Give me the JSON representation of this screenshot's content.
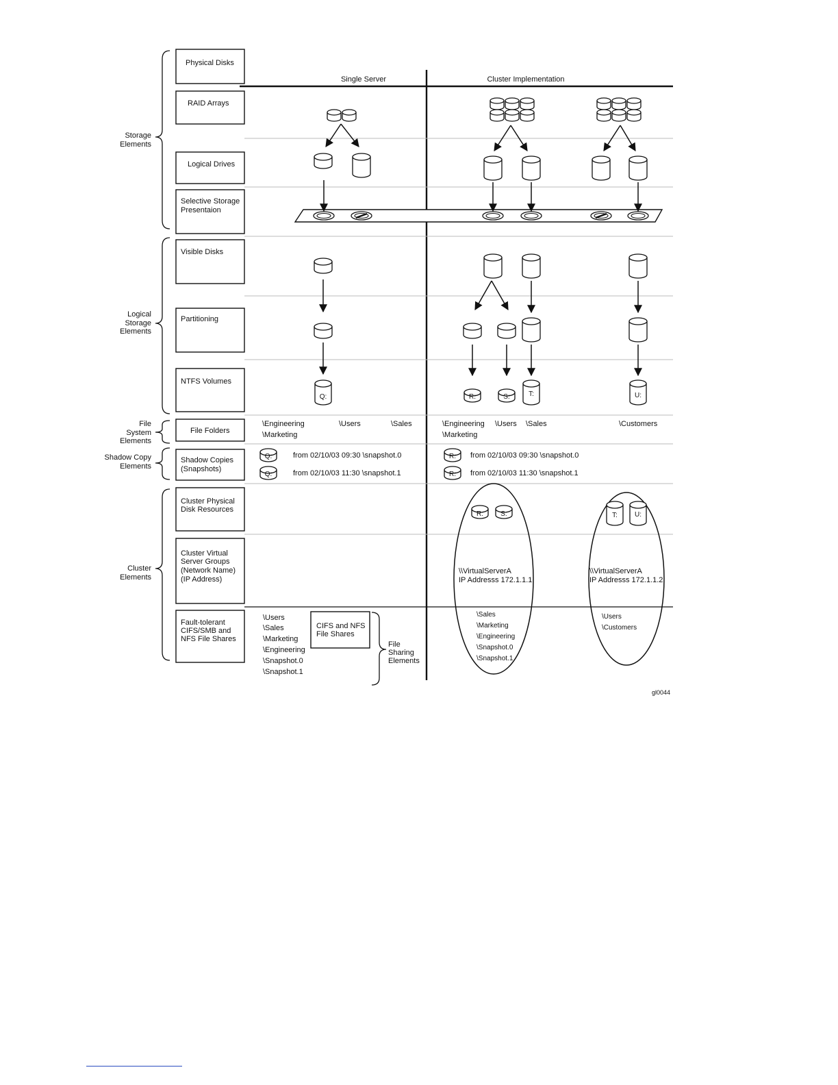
{
  "layer_labels": {
    "physical_disks": [
      "Physical Disks"
    ],
    "raid_arrays": [
      "RAID Arrays"
    ],
    "logical_drives": [
      "Logical Drives"
    ],
    "selective_storage": [
      "Selective Storage",
      "Presentaion"
    ],
    "visible_disks": [
      "Visible Disks"
    ],
    "partitioning": [
      "Partitioning"
    ],
    "ntfs_volumes": [
      "NTFS Volumes"
    ],
    "file_folders": [
      "File Folders"
    ],
    "shadow_copies": [
      "Shadow Copies",
      "(Snapshots)"
    ],
    "cluster_physical": [
      "Cluster Physical",
      "Disk Resources"
    ],
    "cluster_virtual": [
      "Cluster Virtual",
      "Server Groups",
      "(Network Name)",
      "(IP Address)"
    ],
    "fault_tolerant": [
      "Fault-tolerant",
      "CIFS/SMB and",
      "NFS File Shares"
    ]
  },
  "group_labels": {
    "storage": [
      "Storage",
      "Elements"
    ],
    "logical_storage": [
      "Logical",
      "Storage",
      "Elements"
    ],
    "file_system": [
      "File",
      "System",
      "Elements"
    ],
    "shadow_copy": [
      "Shadow Copy",
      "Elements"
    ],
    "cluster": [
      "Cluster",
      "Elements"
    ],
    "file_sharing": [
      "File",
      "Sharing",
      "Elements"
    ]
  },
  "columns": {
    "single_server": "Single Server",
    "cluster_implementation": "Cluster Implementation"
  },
  "volumes": {
    "q": "Q:",
    "r": "R:",
    "s": "S:",
    "t": "T:",
    "u": "U:"
  },
  "folders": {
    "single": [
      "\\Engineering",
      "\\Users",
      "\\Sales",
      "\\Marketing"
    ],
    "cluster": [
      "\\Engineering",
      "\\Users",
      "\\Sales",
      "\\Marketing",
      "\\Customers"
    ]
  },
  "snapshots": {
    "line1": "from 02/10/03 09:30 \\snapshot.0",
    "line2": "from 02/10/03 11:30 \\snapshot.1"
  },
  "virtual_servers": {
    "a": [
      "\\\\VirtualServerA",
      "IP Addresss 172.1.1.1."
    ],
    "b": [
      "\\\\VirtualServerA",
      "IP Addresss 172.1.1.2."
    ]
  },
  "shares": {
    "single": [
      "\\Users",
      "\\Sales",
      "\\Marketing",
      "\\Engineering",
      "\\Snapshot.0",
      "\\Snapshot.1"
    ],
    "cluster_a": [
      "\\Sales",
      "\\Marketing",
      "\\Engineering",
      "\\Snapshot.0",
      "\\Snapshot.1"
    ],
    "cluster_b": [
      "\\Users",
      "\\Customers"
    ]
  },
  "cifs_box": [
    "CIFS and NFS",
    "File Shares"
  ],
  "figure_id": "gl0044"
}
